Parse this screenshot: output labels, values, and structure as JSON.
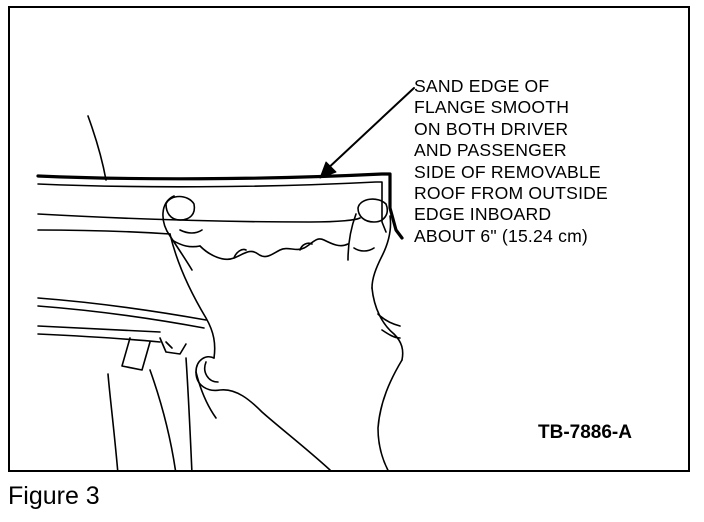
{
  "callout": {
    "lines": [
      "SAND EDGE OF",
      "FLANGE SMOOTH",
      "ON BOTH DRIVER",
      "AND PASSENGER",
      "SIDE OF REMOVABLE",
      "ROOF FROM OUTSIDE",
      "EDGE INBOARD",
      "ABOUT 6\" (15.24 cm)"
    ]
  },
  "reference_code": "TB-7886-A",
  "caption": "Figure 3",
  "colors": {
    "ink": "#000000",
    "paper": "#ffffff"
  }
}
